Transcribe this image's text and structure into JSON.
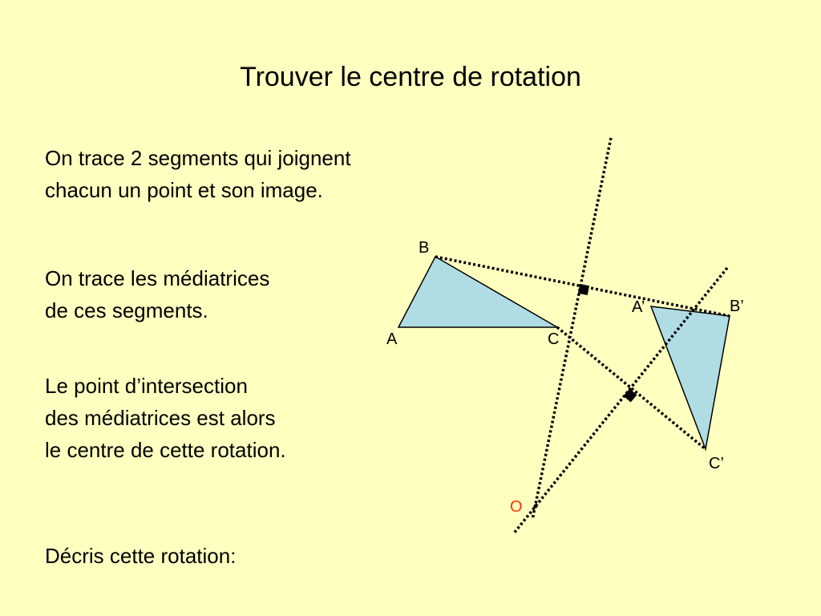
{
  "slide": {
    "background": "#FFFFC0",
    "title": "Trouver le centre de rotation",
    "paragraphs": [
      [
        "On trace 2 segments qui joignent",
        "chacun un point et son image."
      ],
      [
        "On trace les médiatrices",
        "de ces segments."
      ],
      [
        "Le point d’intersection",
        "des médiatrices est alors",
        "le centre de cette rotation."
      ],
      [
        "Décris cette  rotation:"
      ]
    ]
  },
  "diagram": {
    "triangle_fill": "#B0DDE4",
    "center_color": "#FF3300",
    "labels": {
      "A": "A",
      "B": "B",
      "C": "C",
      "A_prime": "A’",
      "B_prime": "B’",
      "C_prime": "C’",
      "O": "O"
    }
  }
}
